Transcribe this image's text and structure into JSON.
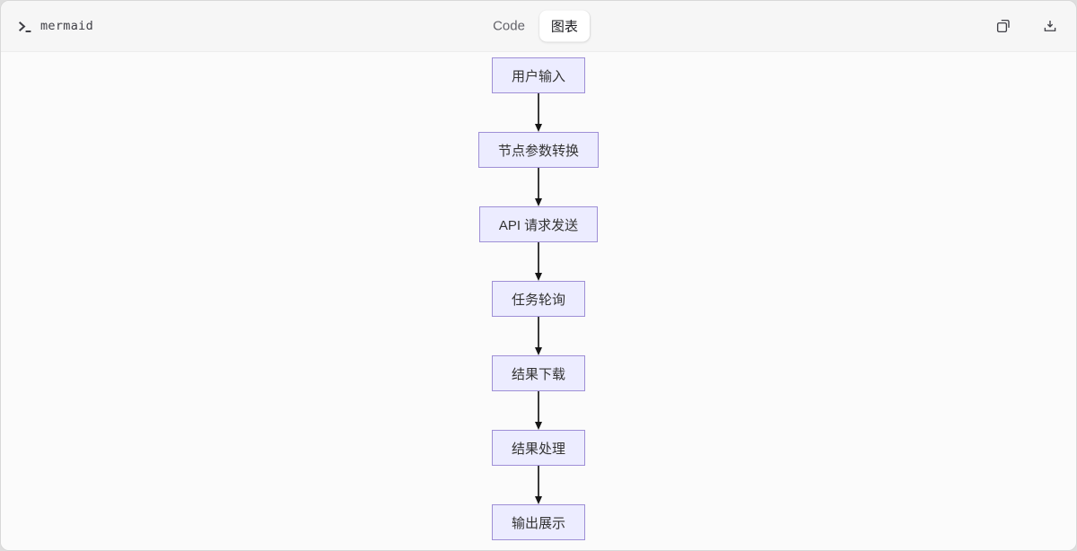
{
  "window": {
    "app_label": "mermaid",
    "tabs": [
      {
        "label": "Code",
        "active": false
      },
      {
        "label": "图表",
        "active": true
      }
    ],
    "actions": [
      {
        "icon": "copy-icon"
      },
      {
        "icon": "download-icon"
      }
    ],
    "colors": {
      "header_bg": "#f6f6f6",
      "canvas_bg": "#fbfbfb",
      "active_tab_bg": "#ffffff",
      "icon_color": "#3f3f46"
    }
  },
  "diagram": {
    "type": "flowchart",
    "direction": "top-down",
    "nodes": [
      {
        "id": "A",
        "label": "用户输入"
      },
      {
        "id": "B",
        "label": "节点参数转换"
      },
      {
        "id": "C",
        "label": "API 请求发送"
      },
      {
        "id": "D",
        "label": "任务轮询"
      },
      {
        "id": "E",
        "label": "结果下载"
      },
      {
        "id": "F",
        "label": "结果处理"
      },
      {
        "id": "G",
        "label": "输出展示"
      }
    ],
    "edges": [
      [
        "A",
        "B"
      ],
      [
        "B",
        "C"
      ],
      [
        "C",
        "D"
      ],
      [
        "D",
        "E"
      ],
      [
        "E",
        "F"
      ],
      [
        "F",
        "G"
      ]
    ],
    "colors": {
      "node_fill": "#ECECFF",
      "node_border": "#9E8FD6",
      "node_text": "#333333",
      "arrow": "#333333"
    }
  }
}
